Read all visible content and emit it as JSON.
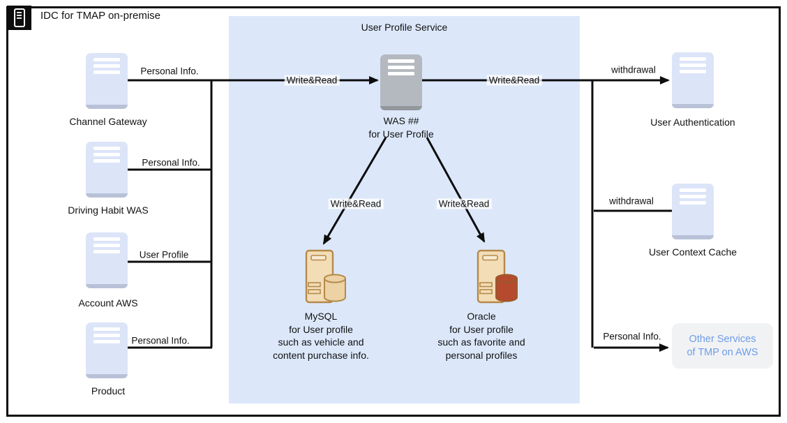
{
  "frame": {
    "title": "IDC for TMAP on-premise"
  },
  "panel": {
    "title": "User Profile Service"
  },
  "nodes": {
    "channel_gateway": {
      "label": "Channel Gateway"
    },
    "driving_habit_was": {
      "label": "Driving Habit WAS"
    },
    "account_aws": {
      "label": "Account AWS"
    },
    "product": {
      "label": "Product"
    },
    "was": {
      "line1": "WAS ##",
      "line2": "for User Profile"
    },
    "mysql": {
      "lines": [
        "MySQL",
        "for User profile",
        "such as vehicle and",
        "content purchase info."
      ]
    },
    "oracle": {
      "lines": [
        "Oracle",
        "for User profile",
        "such as favorite and",
        "personal profiles"
      ]
    },
    "user_authentication": {
      "label": "User Authentication"
    },
    "user_context_cache": {
      "label": "User Context Cache"
    },
    "other_services": {
      "line1": "Other Services",
      "line2": "of TMP on AWS"
    }
  },
  "edge_labels": {
    "cg_personal_info": "Personal Info.",
    "dh_personal_info": "Personal Info.",
    "acc_user_profile": "User Profile",
    "prod_personal_info": "Personal Info.",
    "write_read_in": "Write&Read",
    "write_read_out": "Write&Read",
    "write_read_mysql": "Write&Read",
    "write_read_oracle": "Write&Read",
    "withdrawal_auth": "withdrawal",
    "withdrawal_cache": "withdrawal",
    "other_personal_info": "Personal Info."
  },
  "colors": {
    "panel_bg": "#dce8fa",
    "service_icon": "#dce4f8",
    "was_icon": "#b3b9bf",
    "db_body": "#f3ddb6",
    "db_outline": "#b5894b",
    "mysql_cylinder": "#ecd2a4",
    "oracle_cylinder": "#b54a2e",
    "other_services_bg": "#f1f2f4",
    "other_services_text": "#6d9de8",
    "line": "#111111"
  }
}
